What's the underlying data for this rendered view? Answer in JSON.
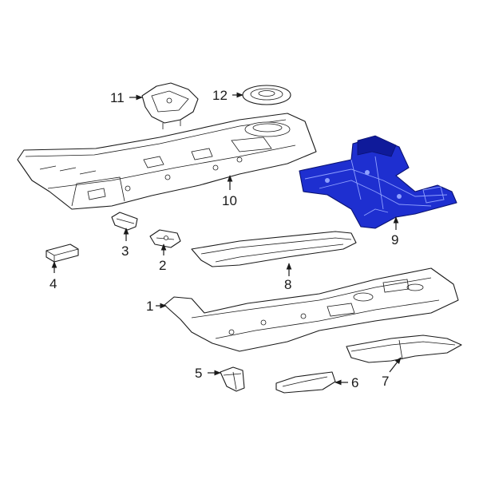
{
  "diagram": {
    "highlight_color": "#1e2fd0",
    "callouts": [
      {
        "id": "1",
        "label": "1"
      },
      {
        "id": "2",
        "label": "2"
      },
      {
        "id": "3",
        "label": "3"
      },
      {
        "id": "4",
        "label": "4"
      },
      {
        "id": "5",
        "label": "5"
      },
      {
        "id": "6",
        "label": "6"
      },
      {
        "id": "7",
        "label": "7"
      },
      {
        "id": "8",
        "label": "8"
      },
      {
        "id": "9",
        "label": "9"
      },
      {
        "id": "10",
        "label": "10"
      },
      {
        "id": "11",
        "label": "11"
      },
      {
        "id": "12",
        "label": "12"
      }
    ],
    "highlighted_part": "9"
  }
}
